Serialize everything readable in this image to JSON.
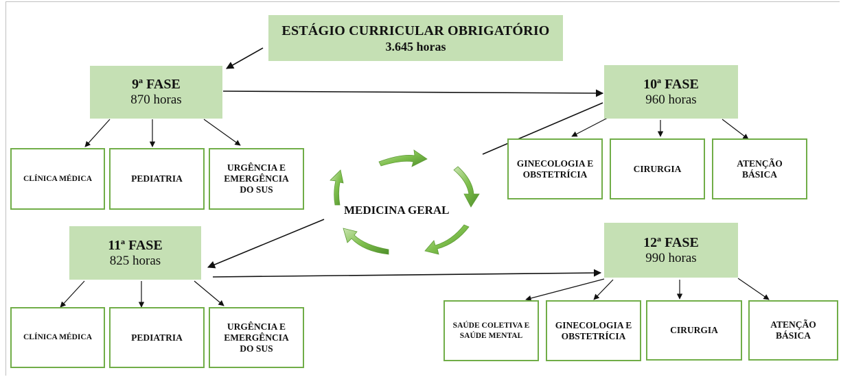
{
  "main": {
    "title": "ESTÁGIO CURRICULAR OBRIGATÓRIO",
    "hours": "3.645 horas"
  },
  "center": {
    "label": "MEDICINA GERAL"
  },
  "phases": [
    {
      "title": "9ª FASE",
      "hours": "870 horas",
      "areas": [
        "CLÍNICA MÉDICA",
        "PEDIATRIA",
        "URGÊNCIA E EMERGÊNCIA DO SUS"
      ]
    },
    {
      "title": "10ª FASE",
      "hours": "960 horas",
      "areas": [
        "GINECOLOGIA E OBSTETRÍCIA",
        "CIRURGIA",
        "ATENÇÃO BÁSICA"
      ]
    },
    {
      "title": "11ª FASE",
      "hours": "825 horas",
      "areas": [
        "CLÍNICA MÉDICA",
        "PEDIATRIA",
        "URGÊNCIA E EMERGÊNCIA DO SUS"
      ]
    },
    {
      "title": "12ª FASE",
      "hours": "990 horas",
      "areas": [
        "SAÚDE COLETIVA E SAÚDE MENTAL",
        "GINECOLOGIA E OBSTETRÍCIA",
        "CIRURGIA",
        "ATENÇÃO BÁSICA"
      ]
    }
  ],
  "colors": {
    "phase_fill": "#c5e0b4",
    "box_border": "#70ad47",
    "cycle_arrow": "#70ad47"
  }
}
